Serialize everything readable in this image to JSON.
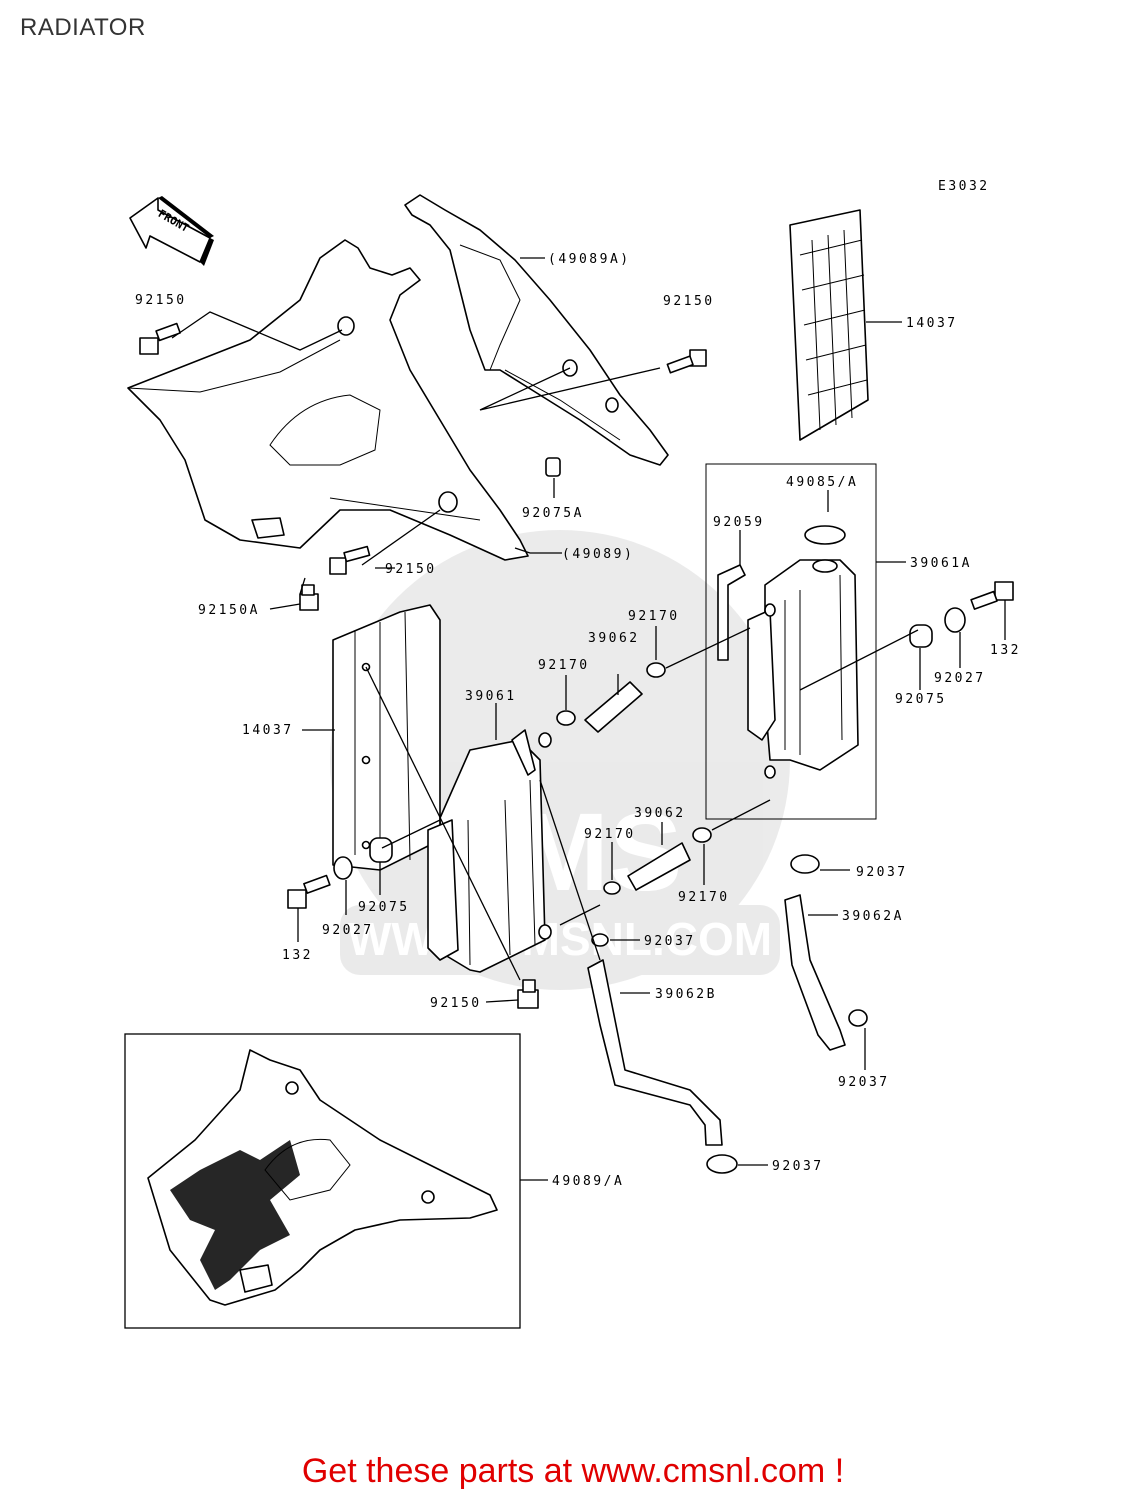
{
  "page": {
    "title": "RADIATOR"
  },
  "diagram": {
    "code": "E3032",
    "front_arrow": "FRONT",
    "watermark": {
      "top": "CMS",
      "bottom": "WWW.CMSNL.COM"
    },
    "labels": {
      "p49089A": "(49089A)",
      "p92150_left": "92150",
      "p92150_right": "92150",
      "p14037_top": "14037",
      "p92075A": "92075A",
      "p49089": "(49089)",
      "p92150_mid": "92150",
      "p92150A": "92150A",
      "p49085A": "49085/A",
      "p92059": "92059",
      "p39061A": "39061A",
      "p92170_a": "92170",
      "p39062_a": "39062",
      "p92170_b": "92170",
      "p39061": "39061",
      "p14037_left": "14037",
      "p92075_r": "92075",
      "p92027_r": "92027",
      "p132_r": "132",
      "p39062_b": "39062",
      "p92170_c": "92170",
      "p92170_d": "92170",
      "p92037_a": "92037",
      "p39062A": "39062A",
      "p92037_b": "92037",
      "p92075_l": "92075",
      "p92027_l": "92027",
      "p132_l": "132",
      "p92150_bot": "92150",
      "p39062B": "39062B",
      "p92037_c": "92037",
      "p92037_d": "92037",
      "p49089_A": "49089/A"
    }
  },
  "footer": {
    "text": "Get these parts at www.cmsnl.com !"
  }
}
